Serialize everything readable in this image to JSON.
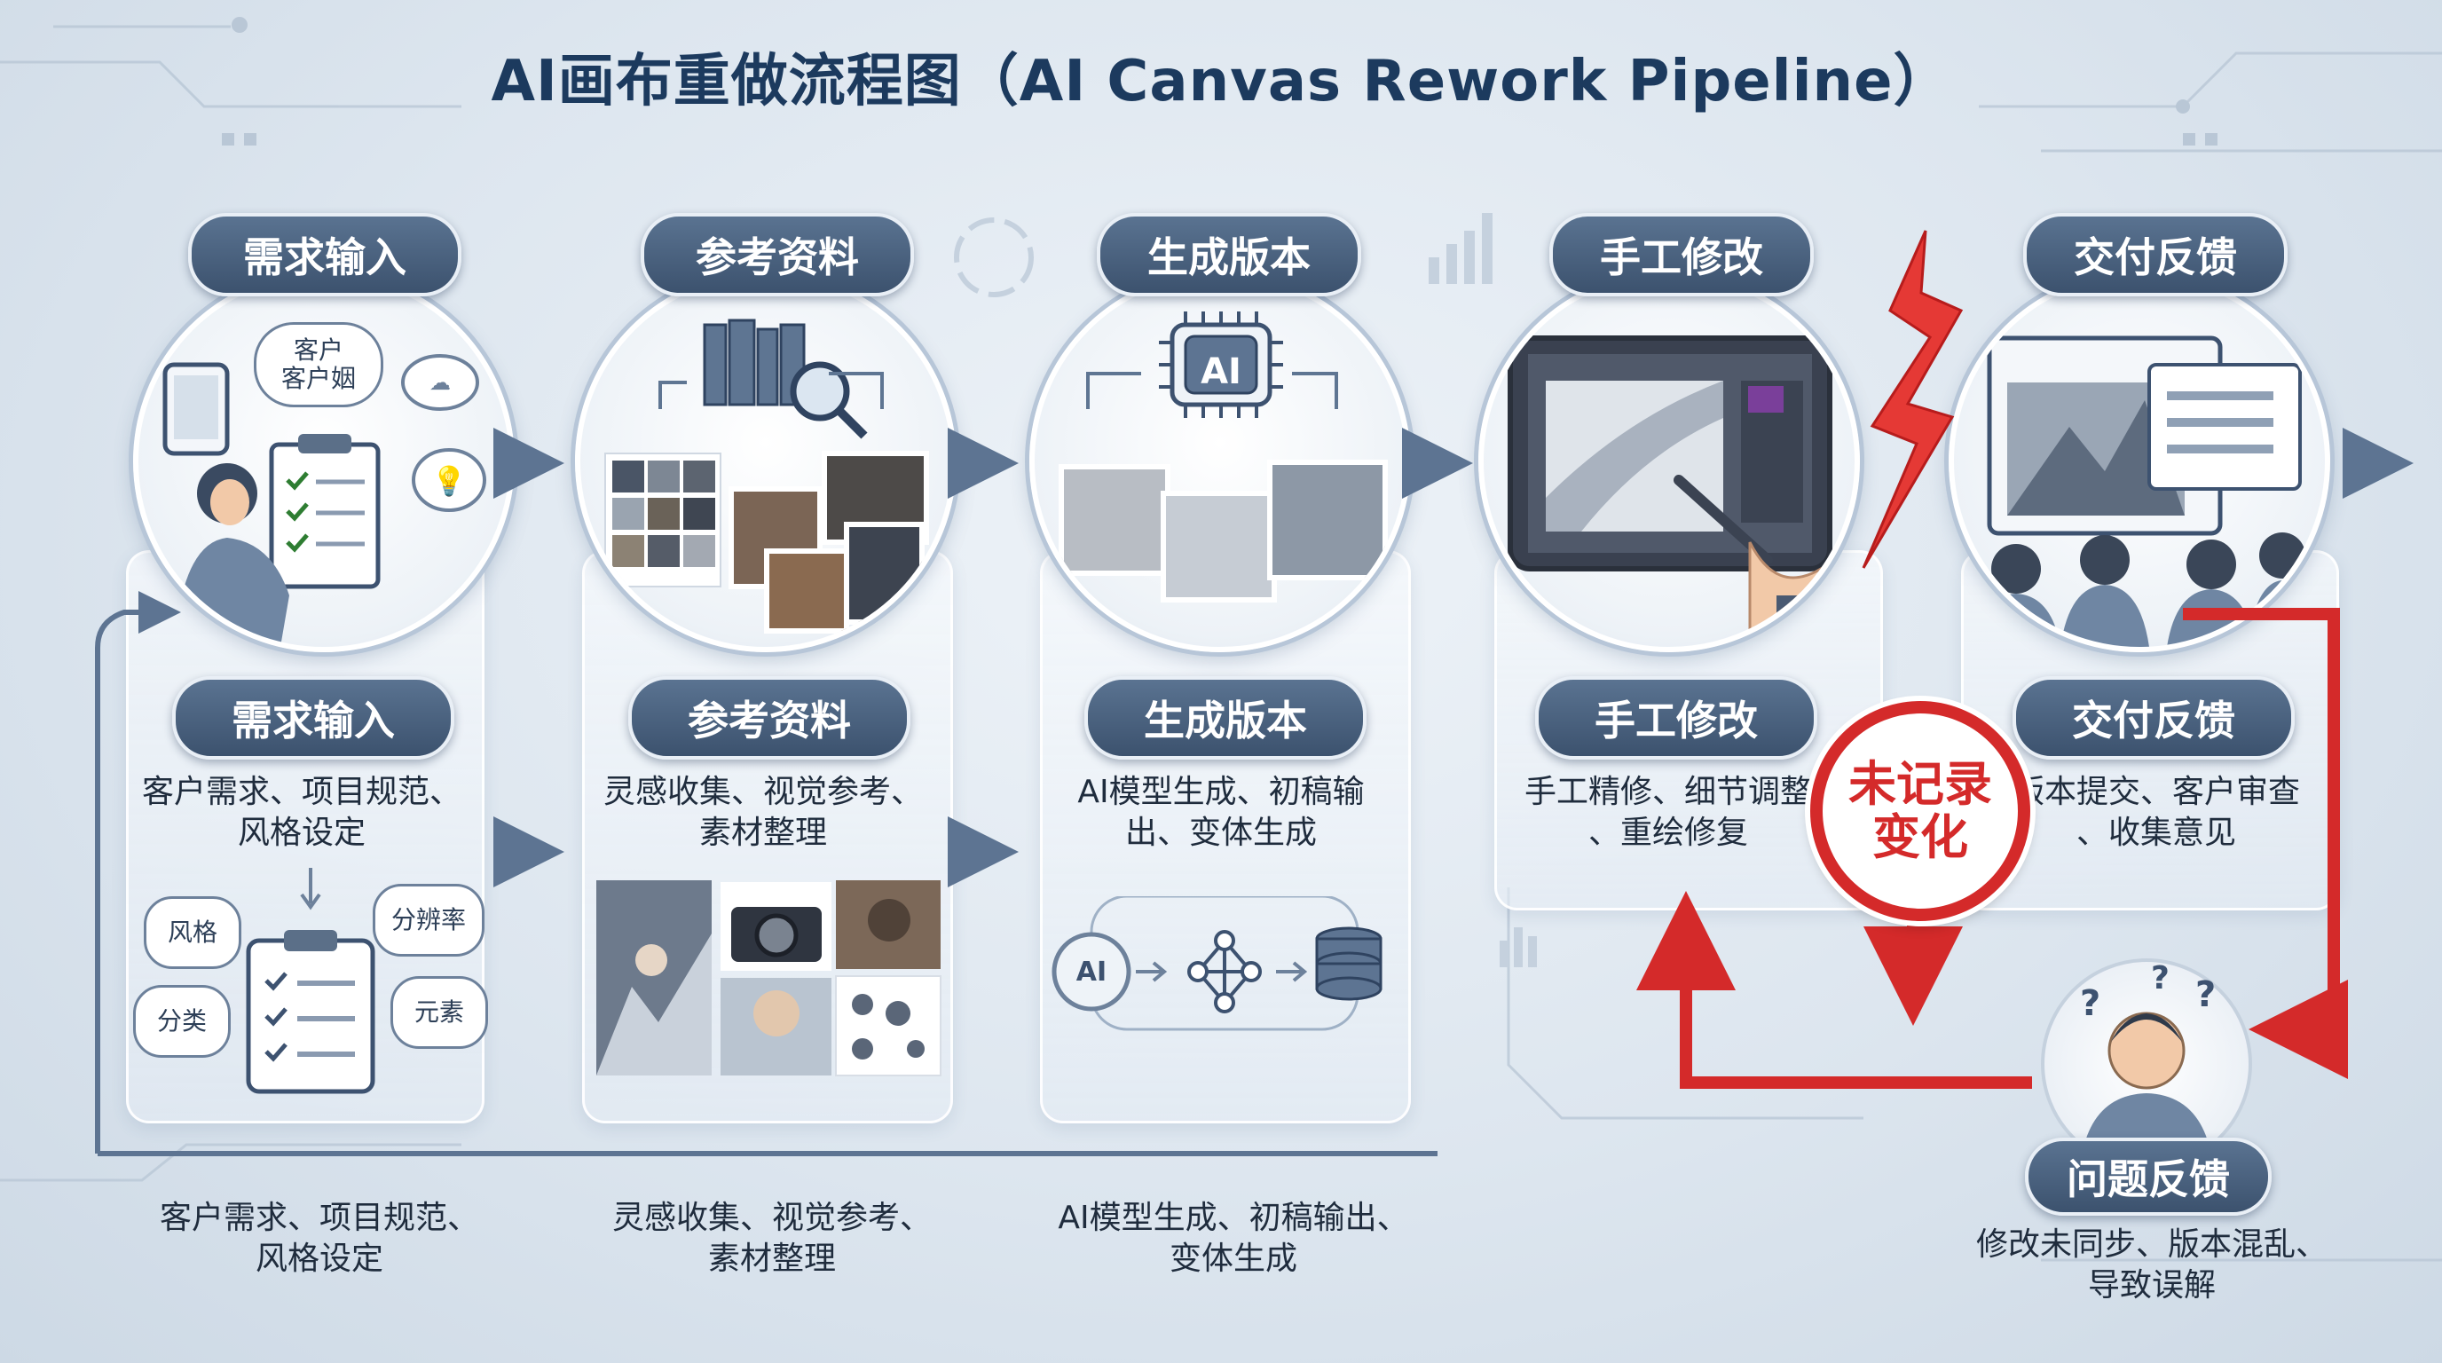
{
  "title": "AI画布重做流程图（AI Canvas Rework Pipeline）",
  "steps": [
    {
      "label_top": "需求输入",
      "label_mid": "需求输入",
      "desc": "客户需求、项目规范、\n风格设定",
      "bottom_desc": "客户需求、项目规范、\n风格设定"
    },
    {
      "label_top": "参考资料",
      "label_mid": "参考资料",
      "desc": "灵感收集、视觉参考、\n素材整理",
      "bottom_desc": "灵感收集、视觉参考、\n素材整理"
    },
    {
      "label_top": "生成版本",
      "label_mid": "生成版本",
      "desc": "AI模型生成、初稿输\n出、变体生成",
      "bottom_desc": "AI模型生成、初稿输出、\n变体生成"
    },
    {
      "label_top": "手工修改",
      "label_mid": "手工修改",
      "desc": "手工精修、细节调整\n、重绘修复"
    },
    {
      "label_top": "交付反馈",
      "label_mid": "交付反馈",
      "desc": "版本提交、客户审查\n、收集意见"
    }
  ],
  "step1_circle_bubble": "客户\n客户姻",
  "step1_bubbles": [
    "风格",
    "分辨率",
    "分类",
    "元素"
  ],
  "step3_chip": "AI",
  "step3_flow_chip": "AI",
  "warning": {
    "text": "未记录\n变化",
    "color": "#d42a2a"
  },
  "problem": {
    "label": "问题反馈",
    "desc": "修改未同步、版本混乱、\n导致误解"
  },
  "colors": {
    "accent": "#3c526e",
    "alert": "#d42a2a",
    "background": "#dde6ef"
  }
}
